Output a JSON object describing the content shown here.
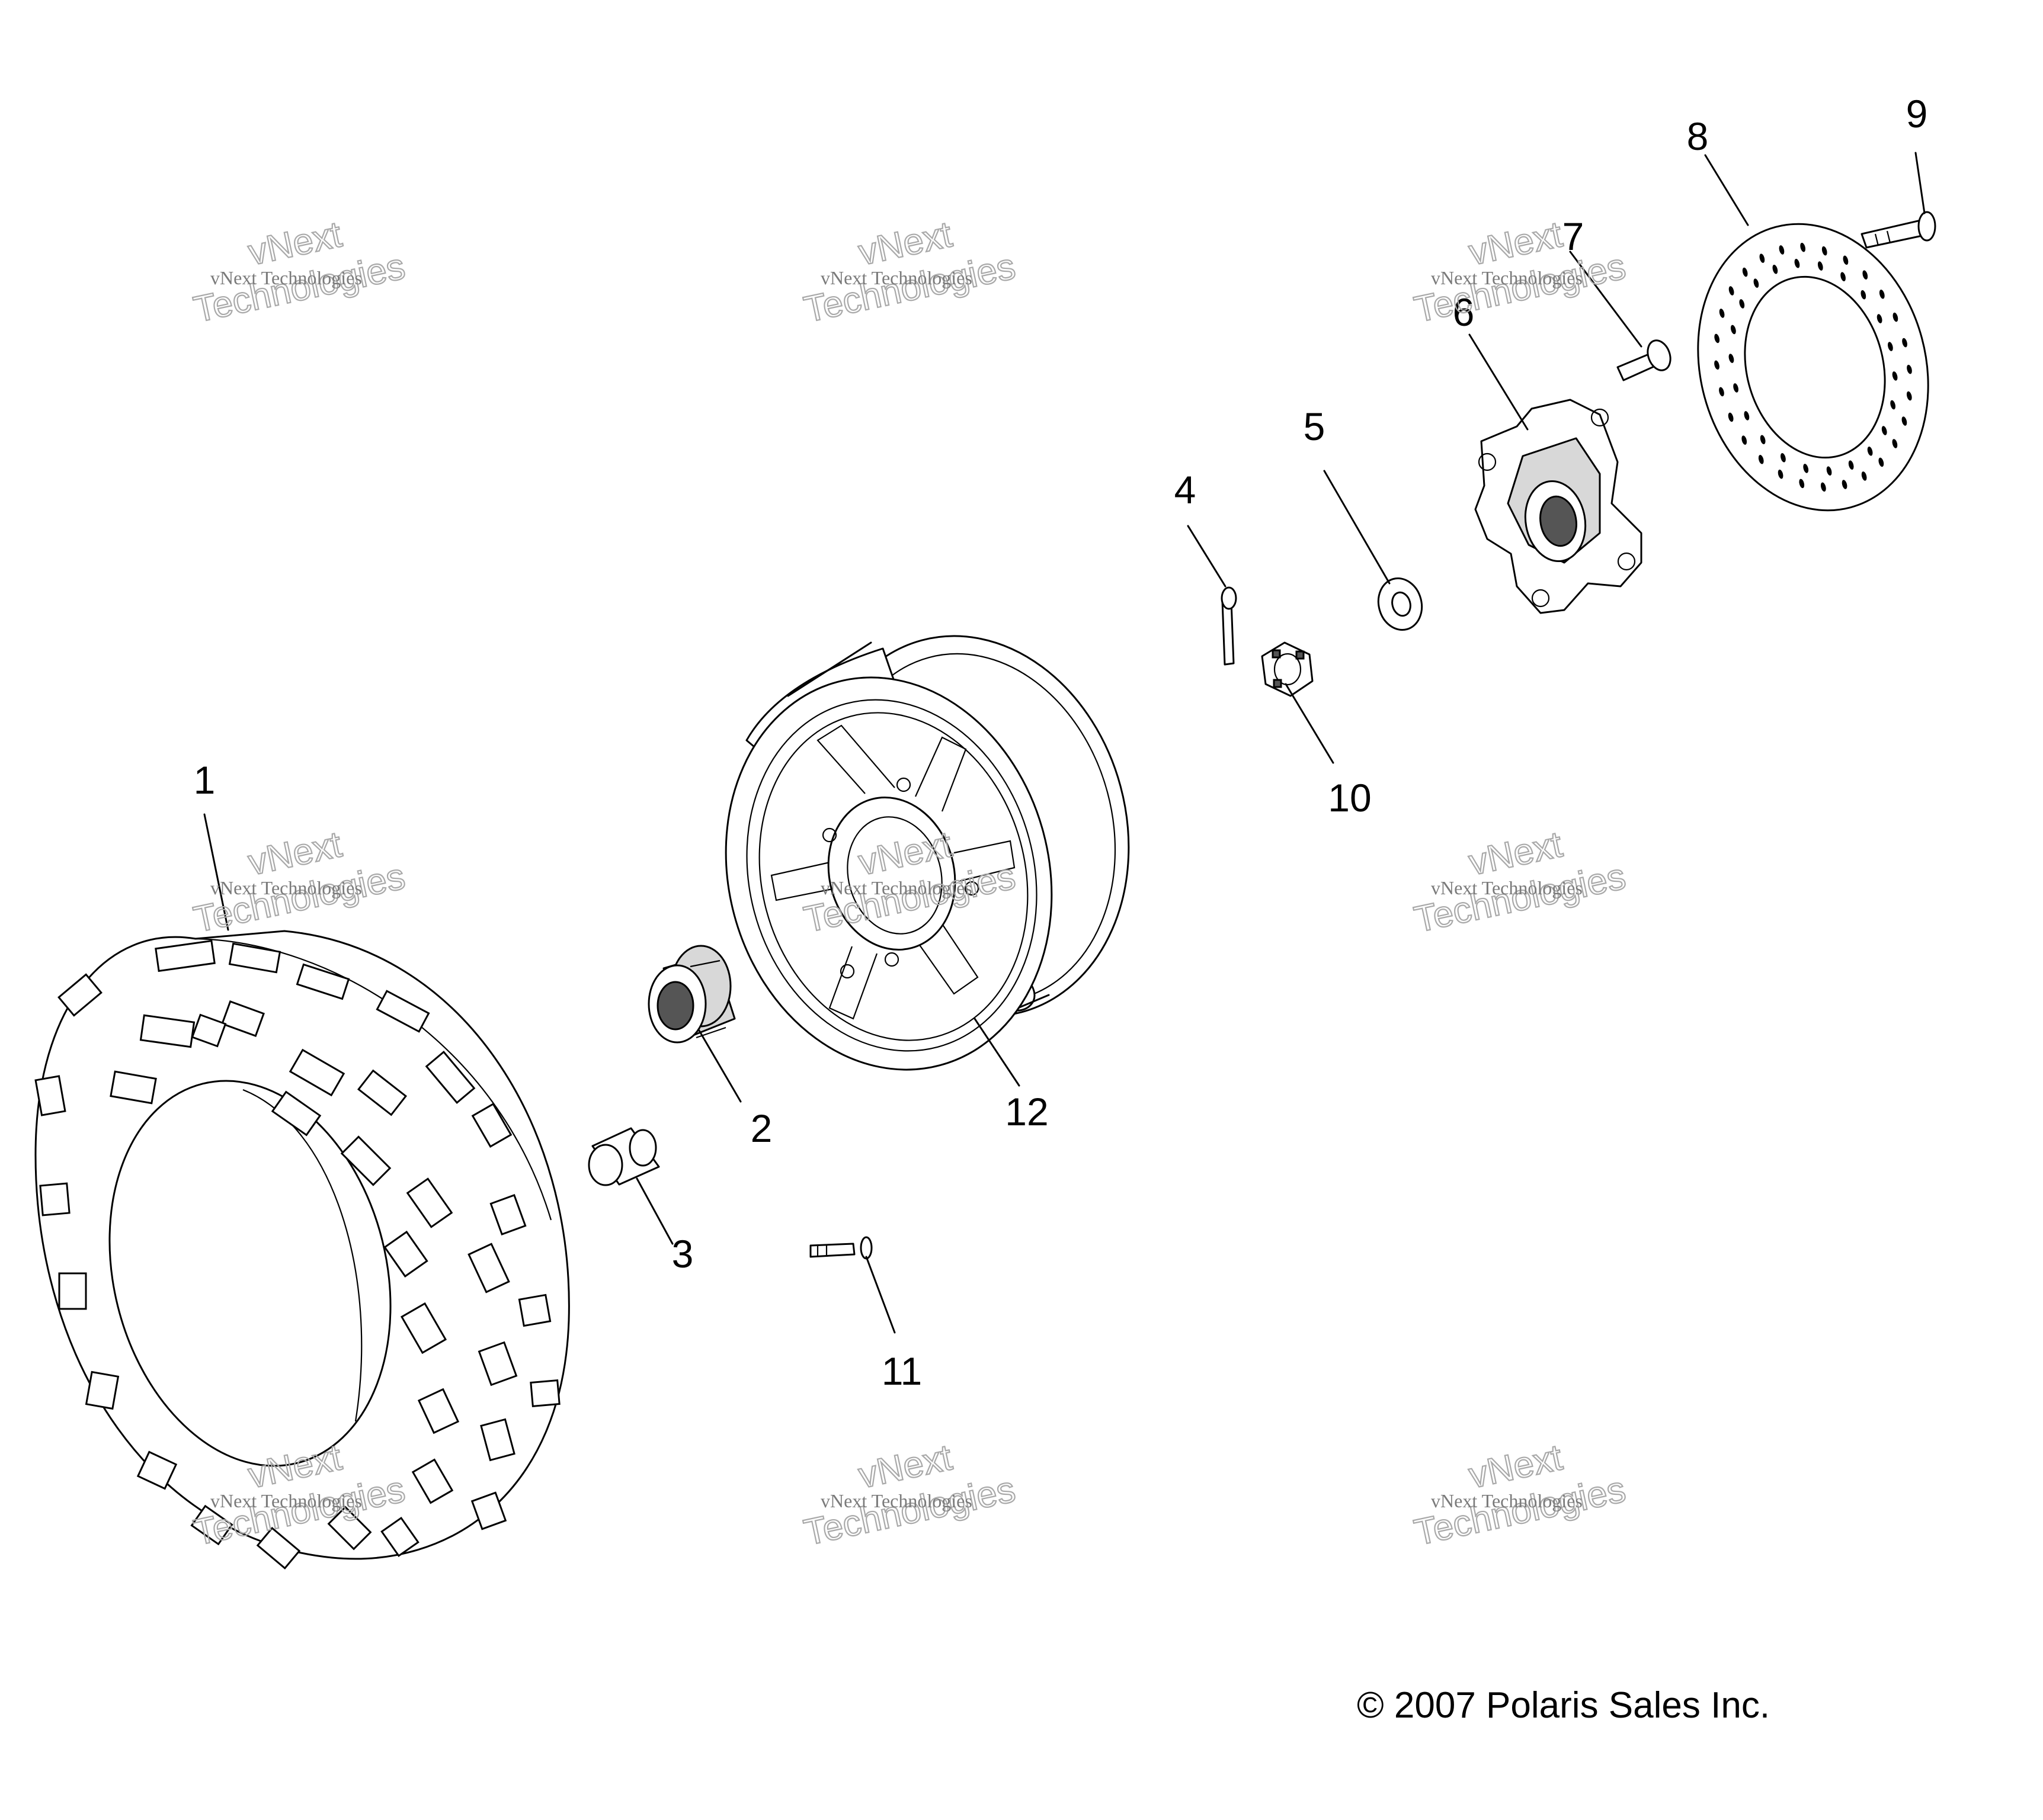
{
  "diagram": {
    "callouts": [
      "1",
      "2",
      "3",
      "4",
      "5",
      "6",
      "7",
      "8",
      "9",
      "10",
      "11",
      "12"
    ],
    "watermark": {
      "line1": "vNext Technologies",
      "line2": "vNext",
      "line3": "Technologies"
    },
    "copyright": "© 2007 Polaris Sales Inc."
  },
  "colors": {
    "line": "#000000",
    "background": "#ffffff",
    "watermark": "#a9a9a9"
  }
}
